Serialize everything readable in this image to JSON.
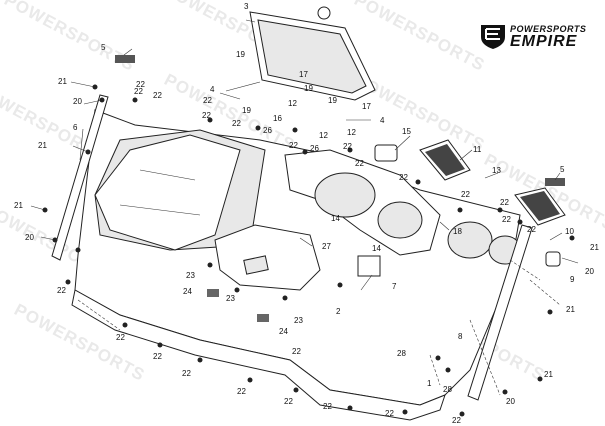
{
  "logo": {
    "top_text": "POWERSPORTS",
    "main_text": "EMPIRE",
    "icon": "empire-shield-icon"
  },
  "watermark": "POWERSPORTS",
  "callouts": [
    "3",
    "5",
    "21",
    "20",
    "6",
    "21",
    "21",
    "20",
    "22",
    "22",
    "4",
    "19",
    "22",
    "17",
    "19",
    "12",
    "17",
    "19",
    "12",
    "19",
    "26",
    "16",
    "4",
    "26",
    "12",
    "15",
    "22",
    "11",
    "22",
    "5",
    "13",
    "10",
    "21",
    "20",
    "9",
    "14",
    "14",
    "18",
    "7",
    "27",
    "23",
    "23",
    "24",
    "23",
    "24",
    "22",
    "22",
    "22",
    "22",
    "22",
    "22",
    "22",
    "28",
    "8",
    "1",
    "28",
    "21",
    "20",
    "22",
    "22",
    "22",
    "22",
    "22",
    "22",
    "22",
    "22",
    "2",
    "22",
    "22",
    "21",
    "22",
    "22"
  ]
}
